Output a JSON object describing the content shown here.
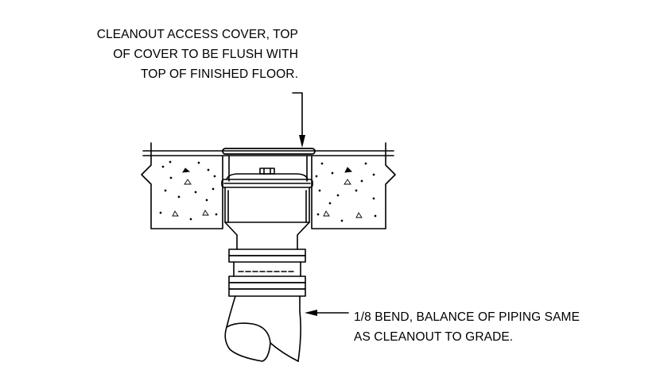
{
  "callouts": {
    "cover": {
      "lines": [
        "CLEANOUT ACCESS COVER, TOP",
        "OF COVER TO BE FLUSH WITH",
        "TOP OF FINISHED FLOOR."
      ]
    },
    "bend": {
      "lines": [
        "1/8  BEND, BALANCE OF PIPING SAME",
        "AS CLEANOUT TO GRADE."
      ]
    }
  },
  "colors": {
    "line": "#000000",
    "background": "#ffffff"
  }
}
